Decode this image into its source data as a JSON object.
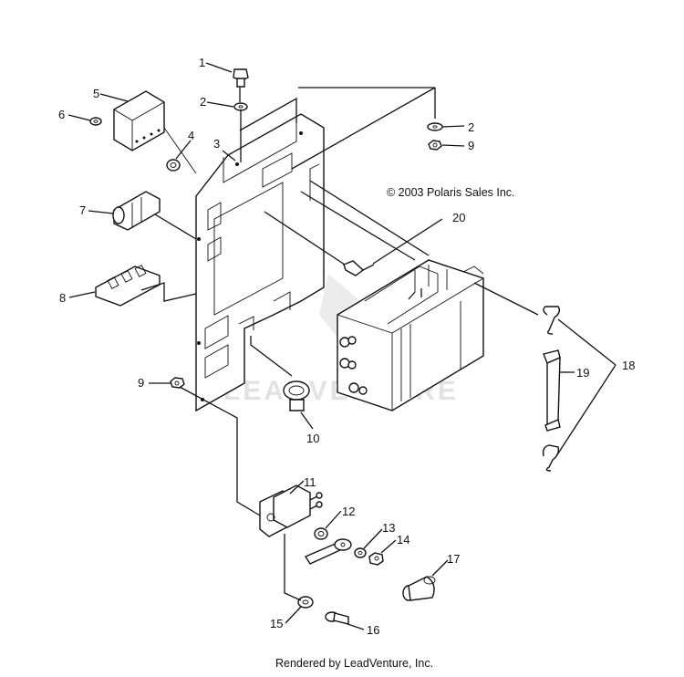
{
  "copyright": "© 2003 Polaris Sales Inc.",
  "footer": "Rendered by LeadVenture, Inc.",
  "watermark": "LEADVENTURE",
  "callouts": {
    "c1": "1",
    "c2a": "2",
    "c2b": "2",
    "c3": "3",
    "c4": "4",
    "c5": "5",
    "c6": "6",
    "c7": "7",
    "c8": "8",
    "c9a": "9",
    "c9b": "9",
    "c10": "10",
    "c11": "11",
    "c12": "12",
    "c13": "13",
    "c14": "14",
    "c15": "15",
    "c16": "16",
    "c17": "17",
    "c18": "18",
    "c19": "19",
    "c20": "20"
  }
}
